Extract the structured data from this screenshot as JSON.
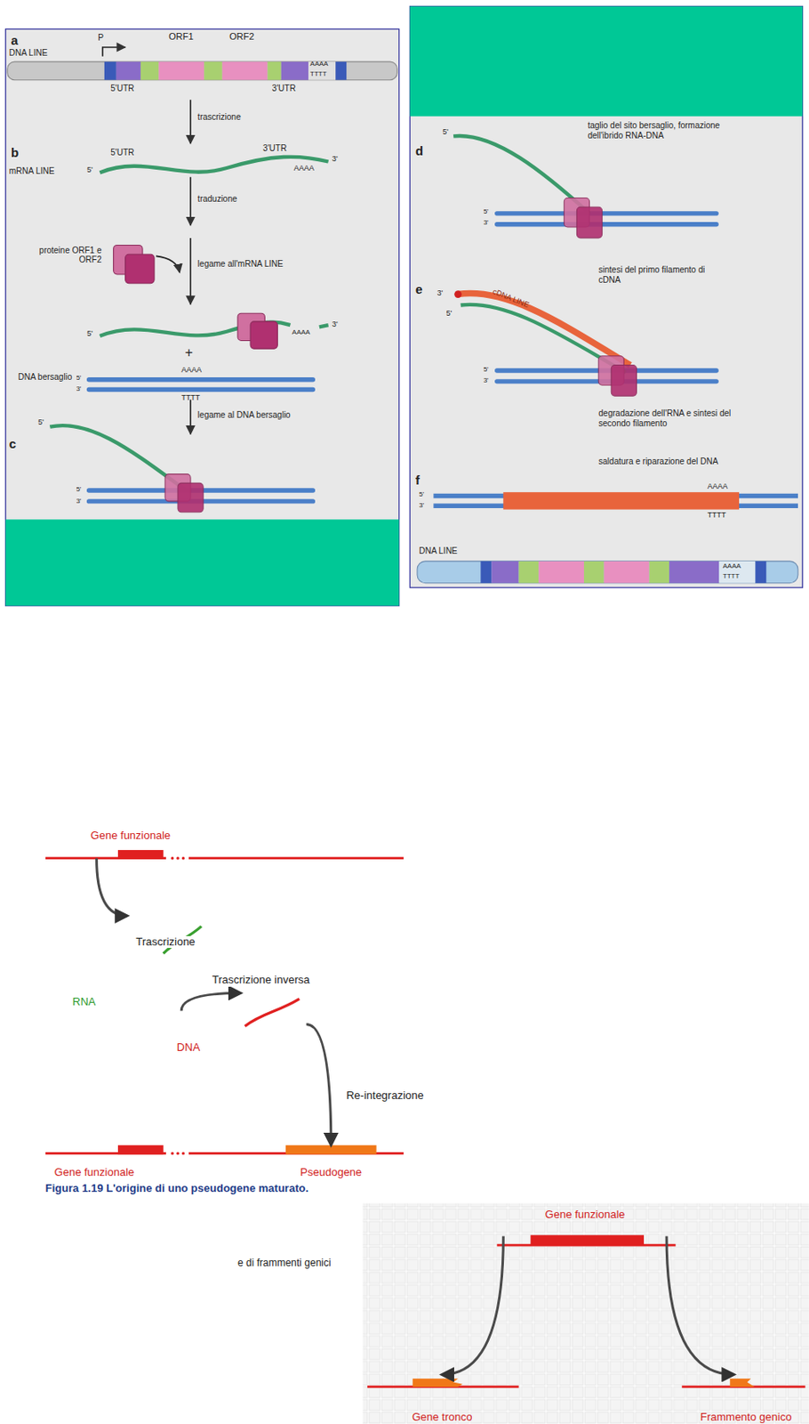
{
  "diagram": {
    "caption": "Figura 1.19 L'origine di uno pseudogene maturato.",
    "nodes": [
      {
        "text": [
          "Gene funzionale"
        ]
      },
      {
        "text": [
          "RNA"
        ]
      },
      {
        "text": [
          "DNA"
        ]
      },
      {
        "text": [
          "Gene funzionale"
        ]
      },
      {
        "text": [
          "Pseudogene"
        ]
      },
      {
        "text": [
          "Gene funzionale"
        ]
      },
      {
        "text": [
          "Gene tronco"
        ]
      },
      {
        "text": [
          "Frammento genico"
        ]
      }
    ],
    "edges": [
      {
        "from": 0,
        "to": 1,
        "arrow": "to",
        "label": "Trascrizione"
      },
      {
        "from": 1,
        "to": 2,
        "arrow": "to",
        "label": "Trascrizione inversa"
      },
      {
        "from": 2,
        "to": 4,
        "arrow": "to",
        "label": "Re-integrazione"
      },
      {
        "from": 5,
        "to": 6,
        "arrow": "to"
      },
      {
        "from": 5,
        "to": 7,
        "arrow": "to"
      }
    ],
    "labels": [
      "a",
      "DNA LINE",
      "P",
      "ORF1",
      "ORF2",
      "5'UTR",
      "3'UTR",
      "AAAA",
      "TTTT",
      "trascrizione",
      "b",
      "mRNA LINE",
      "5'UTR",
      "3'UTR",
      "AAAA",
      "5'",
      "3'",
      "traduzione",
      "proteine ORF1 e ORF2",
      "legame all'mRNA LINE",
      "5'",
      "AAAA",
      "3'",
      "+",
      "DNA bersaglio",
      "5'",
      "3'",
      "AAAA",
      "TTTT",
      "legame al DNA bersaglio",
      "c",
      "5'",
      "5'",
      "3'",
      "taglio del sito bersaglio, formazione dell'ibrido RNA-DNA",
      "d",
      "5'",
      "5'",
      "3'",
      "sintesi del primo filamento di cDNA",
      "e",
      "cDNA LINE",
      "3'",
      "5'",
      "5'",
      "3'",
      "degradazione dell'RNA e sintesi del secondo filamento",
      "saldatura e riparazione del DNA",
      "f",
      "5'",
      "3'",
      "AAAA",
      "TTTT",
      "DNA LINE",
      "AAAA",
      "TTTT",
      "e di frammenti genici"
    ]
  }
}
